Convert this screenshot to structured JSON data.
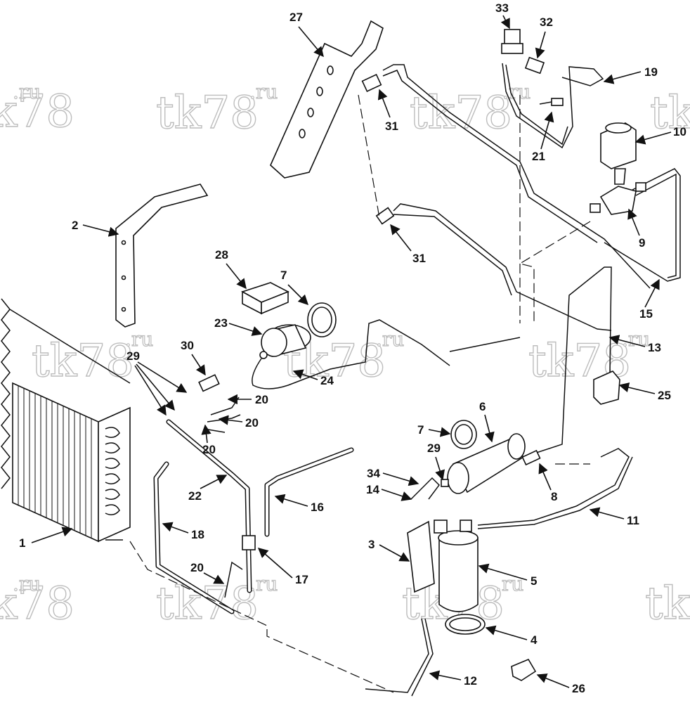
{
  "watermark": {
    "text": "tk78",
    "suffix": ".ru"
  },
  "callouts": {
    "c1": "1",
    "c2": "2",
    "c3": "3",
    "c4": "4",
    "c5": "5",
    "c6": "6",
    "c7a": "7",
    "c7b": "7",
    "c8": "8",
    "c9": "9",
    "c10": "10",
    "c11": "11",
    "c12": "12",
    "c13": "13",
    "c14": "14",
    "c15": "15",
    "c16": "16",
    "c17": "17",
    "c18": "18",
    "c19": "19",
    "c20a": "20",
    "c20b": "20",
    "c20c": "20",
    "c20d": "20",
    "c21": "21",
    "c22": "22",
    "c23": "23",
    "c24": "24",
    "c25": "25",
    "c26": "26",
    "c27": "27",
    "c28": "28",
    "c29a": "29",
    "c29b": "29",
    "c30": "30",
    "c31a": "31",
    "c31b": "31",
    "c32": "32",
    "c33": "33",
    "c34": "34"
  }
}
